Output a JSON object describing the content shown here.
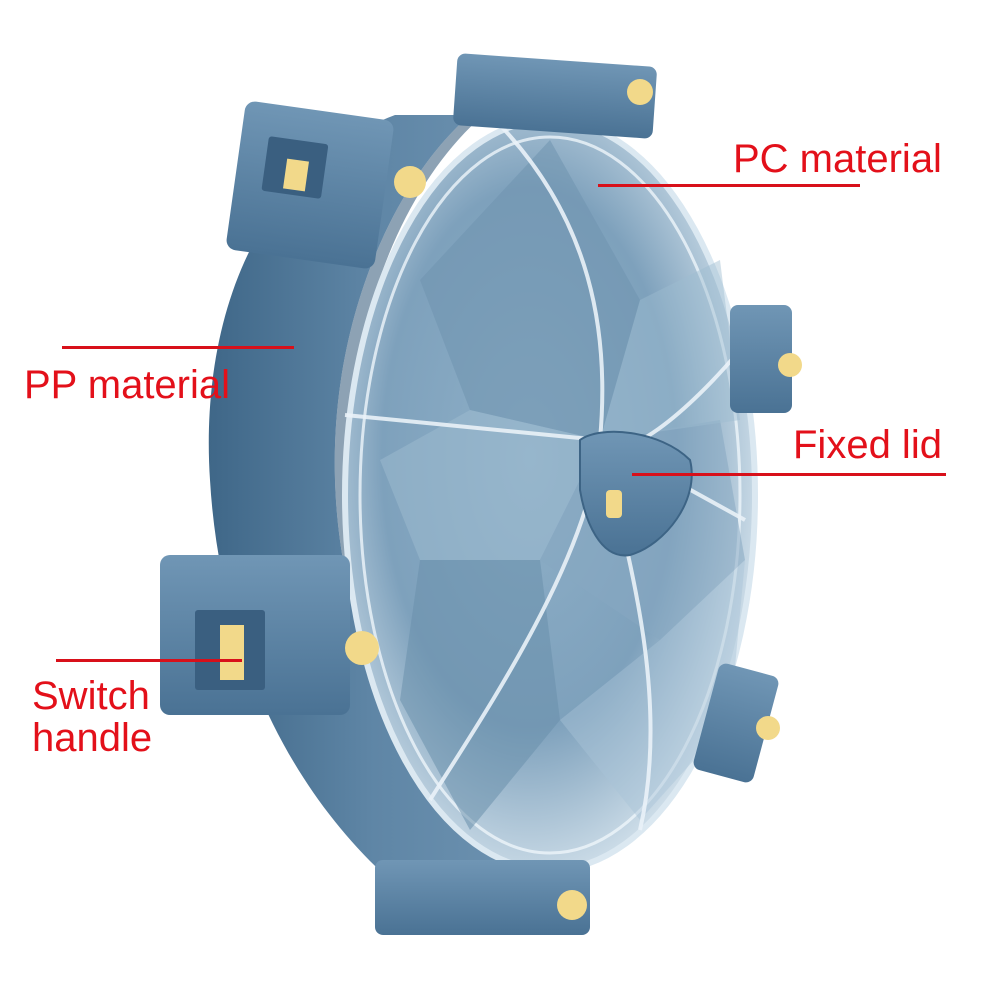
{
  "callouts": {
    "pc_material": "PC material",
    "pp_material": "PP material",
    "fixed_lid": "Fixed lid",
    "switch_handle_line1": "Switch",
    "switch_handle_line2": "handle"
  },
  "colors": {
    "label_red": "#e3101a",
    "body_blue": "#5f86a6",
    "body_blue_dark": "#446b8c",
    "clear_lid": "#c9dbe8",
    "latch_yellow": "#f2d98a"
  },
  "icons": [
    "rotating-pill-organizer-photo",
    "latch-icon",
    "knob-icon"
  ]
}
